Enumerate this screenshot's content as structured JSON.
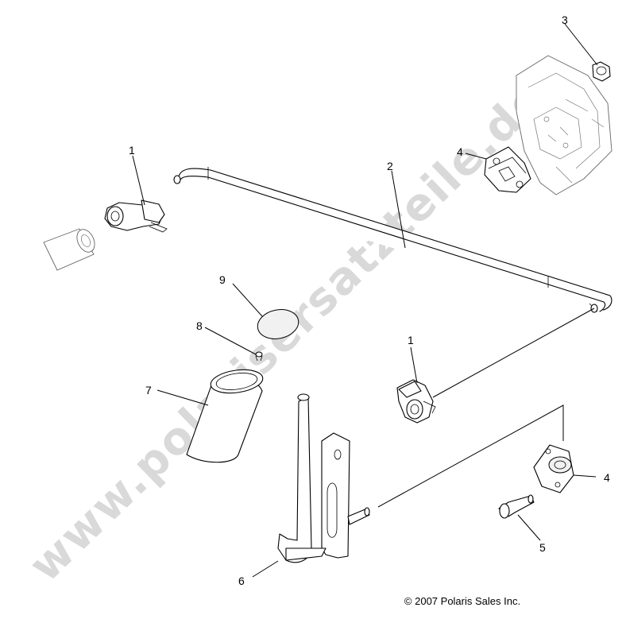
{
  "diagram": {
    "copyright": "© 2007  Polaris Sales Inc.",
    "watermark": {
      "text": "www.polarisersatzteile.de",
      "color": "#d9d9d9"
    },
    "callouts": {
      "clamp_left": "1",
      "clamp_right": "1",
      "stabilizer_bar": "2",
      "nut": "3",
      "bushing_upper": "4",
      "bushing_lower": "4",
      "bolt": "5",
      "pedal_lever": "6",
      "pedal_boot": "7",
      "small_screw": "8",
      "cap": "9"
    }
  }
}
